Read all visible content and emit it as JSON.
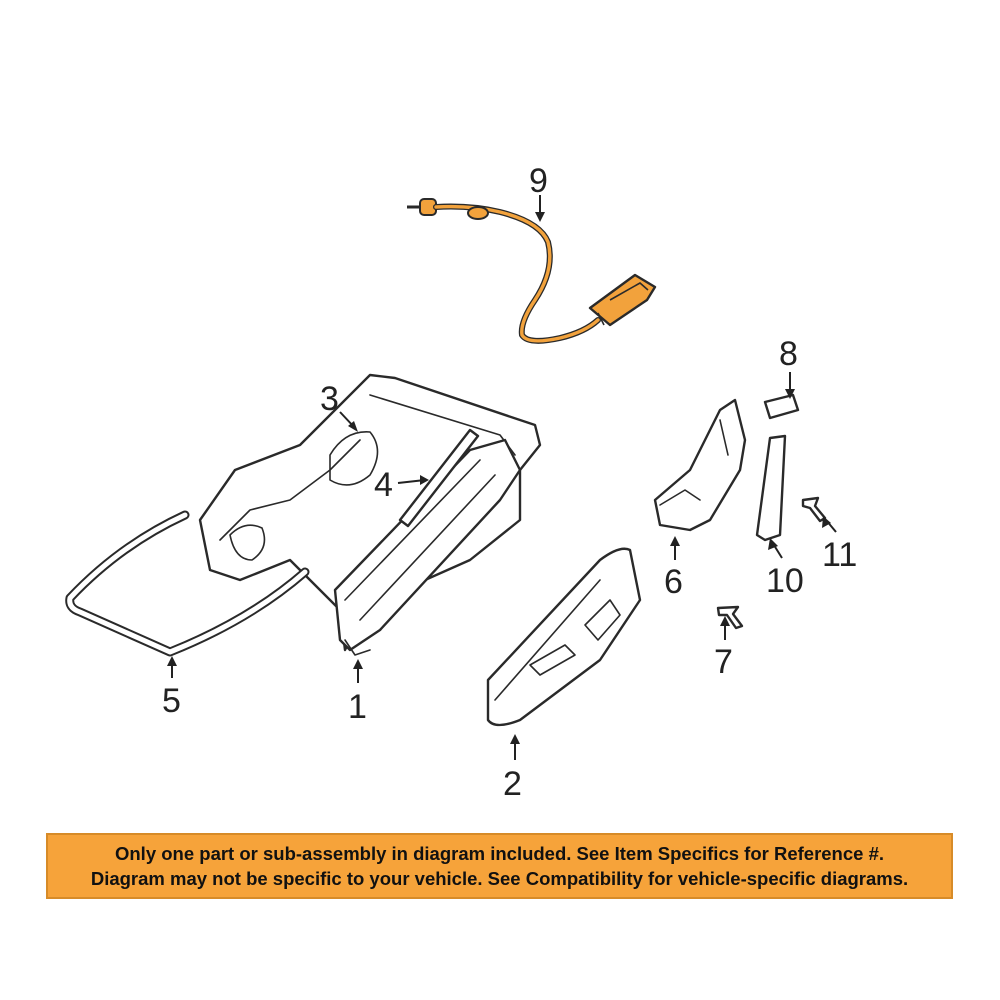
{
  "callouts": {
    "c1": "1",
    "c2": "2",
    "c3": "3",
    "c4": "4",
    "c5": "5",
    "c6": "6",
    "c7": "7",
    "c8": "8",
    "c9": "9",
    "c10": "10",
    "c11": "11"
  },
  "highlight_color": "#f2a23c",
  "banner": {
    "line1": "Only one part or sub-assembly in diagram included. See Item Specifics for Reference #.",
    "line2": "Diagram may not be specific to your vehicle. See Compatibility for vehicle-specific diagrams.",
    "color": "#f6a33a"
  }
}
